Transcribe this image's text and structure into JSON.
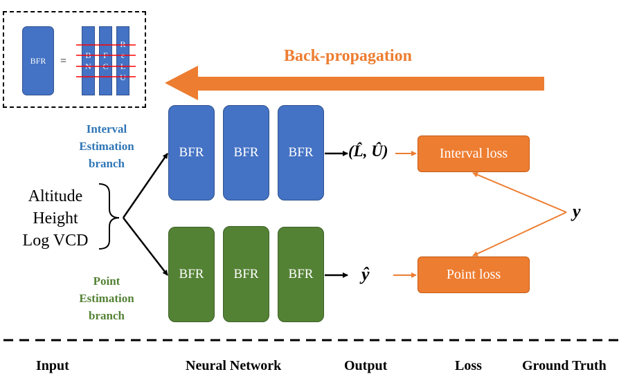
{
  "legend": {
    "block_label": "BFR",
    "equals": "=",
    "sublayers": [
      {
        "letters": [
          "B",
          "N"
        ]
      },
      {
        "letters": [
          "F",
          "C"
        ]
      },
      {
        "letters": [
          "R",
          "e",
          "L",
          "U"
        ]
      }
    ]
  },
  "backprop_label": "Back-propagation",
  "inputs": {
    "lines": [
      "Altitude",
      "Height",
      "Log VCD"
    ]
  },
  "interval_branch": {
    "label_lines": [
      "Interval",
      "Estimation",
      "branch"
    ],
    "blocks": [
      "BFR",
      "BFR",
      "BFR"
    ],
    "output": "(L̂, Û)",
    "loss": "Interval loss"
  },
  "point_branch": {
    "label_lines": [
      "Point",
      "Estimation",
      "branch"
    ],
    "blocks": [
      "BFR",
      "BFR",
      "BFR"
    ],
    "output": "ŷ",
    "loss": "Point loss"
  },
  "ground_truth_symbol": "y",
  "footer": {
    "input": "Input",
    "network": "Neural Network",
    "output": "Output",
    "loss": "Loss",
    "ground_truth": "Ground Truth"
  },
  "colors": {
    "blue": "#4472c4",
    "green": "#548235",
    "orange": "#ed7d31",
    "red_line": "#ff0000"
  }
}
